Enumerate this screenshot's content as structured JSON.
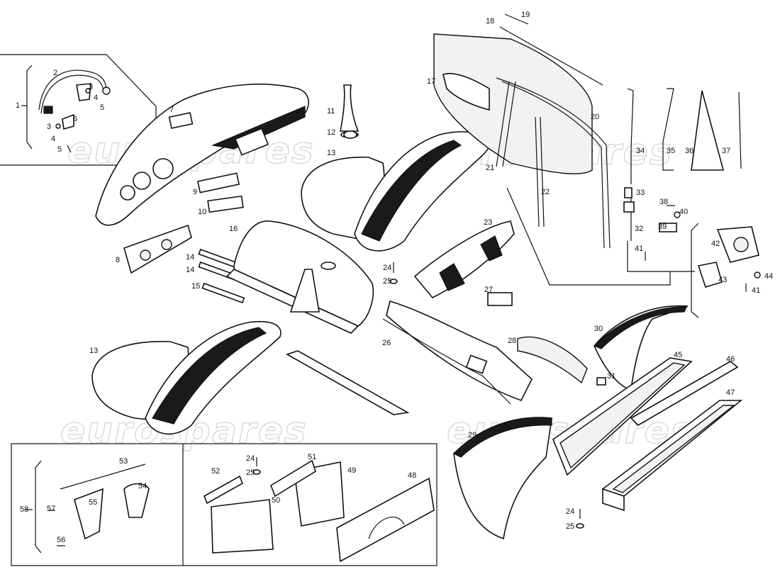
{
  "watermark": "eurospares",
  "callouts": {
    "c1": "1",
    "c2": "2",
    "c3a": "3",
    "c4a": "4",
    "c5a": "5",
    "c3b": "3",
    "c4b": "4",
    "c5b": "5",
    "c6": "6",
    "c7": "7",
    "c8": "8",
    "c9": "9",
    "c10": "10",
    "c11": "11",
    "c12": "12",
    "c13a": "13",
    "c13b": "13",
    "c14a": "14",
    "c14b": "14",
    "c15": "15",
    "c16": "16",
    "c17": "17",
    "c18": "18",
    "c19": "19",
    "c20": "20",
    "c21": "21",
    "c22": "22",
    "c23": "23",
    "c24a": "24",
    "c25a": "25",
    "c26": "26",
    "c27": "27",
    "c28": "28",
    "c29": "29",
    "c30": "30",
    "c31": "31",
    "c32": "32",
    "c33": "33",
    "c34": "34",
    "c35": "35",
    "c36": "36",
    "c37": "37",
    "c38": "38",
    "c39": "39",
    "c40": "40",
    "c41a": "41",
    "c41b": "41",
    "c42": "42",
    "c43": "43",
    "c44": "44",
    "c45": "45",
    "c46": "46",
    "c47": "47",
    "c48": "48",
    "c49": "49",
    "c50": "50",
    "c51": "51",
    "c52": "52",
    "c24b": "24",
    "c25b": "25",
    "c53": "53",
    "c54": "54",
    "c55": "55",
    "c56": "56",
    "c57": "57",
    "c58": "58",
    "c24c": "24",
    "c25c": "25"
  }
}
